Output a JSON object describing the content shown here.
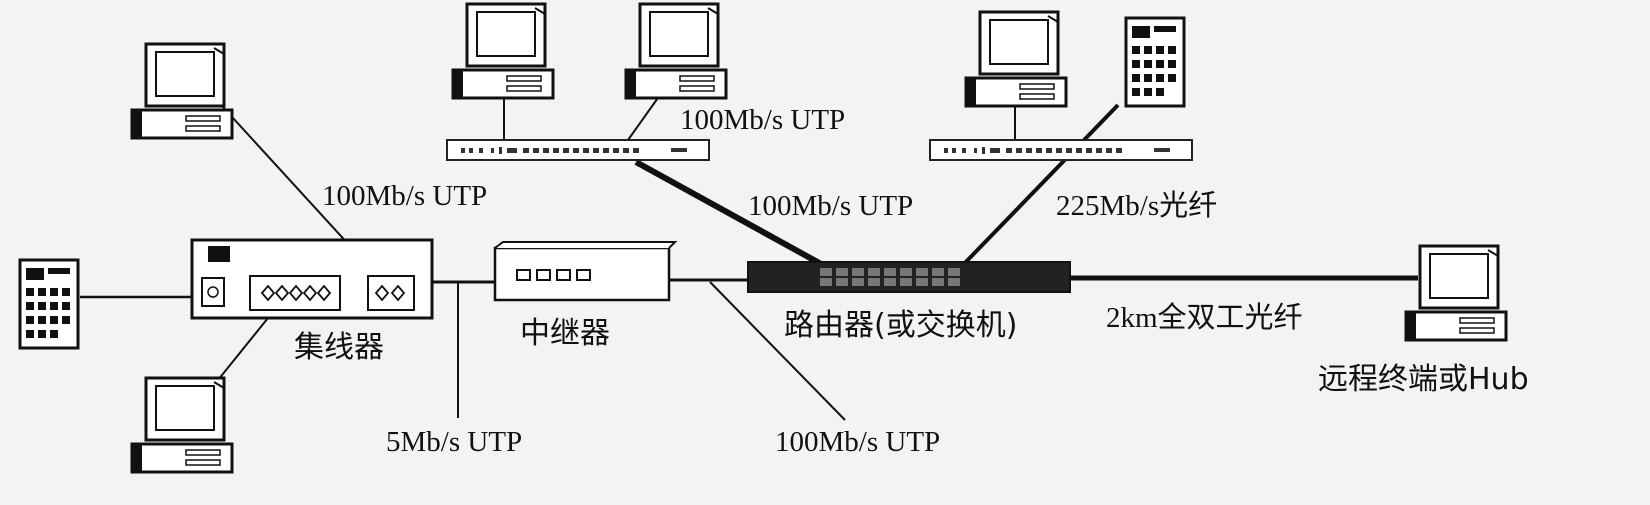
{
  "labels": {
    "hub": "集线器",
    "repeater": "中继器",
    "router": "路由器(或交换机)",
    "remote": "远程终端或Hub",
    "utp_100_hub": "100Mb/s UTP",
    "utp_100_switch_top": "100Mb/s UTP",
    "utp_100_router_link": "100Mb/s UTP",
    "utp_5": "5Mb/s UTP",
    "utp_100_bottom": "100Mb/s UTP",
    "fiber_225": "225Mb/s光纤",
    "fiber_2km": "2km全双工光纤"
  }
}
